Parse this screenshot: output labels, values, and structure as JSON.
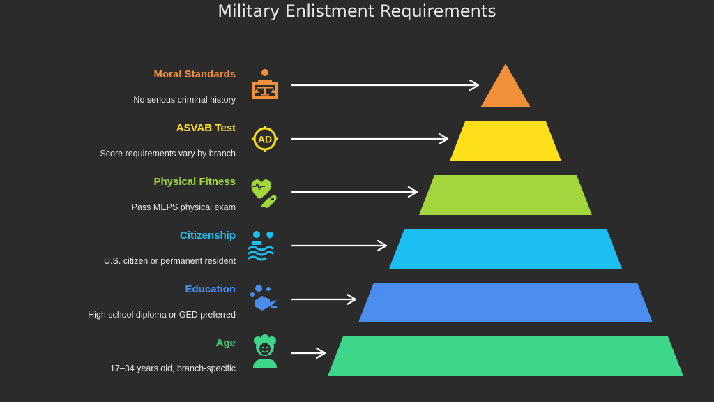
{
  "title": "Military Enlistment Requirements",
  "layers": [
    {
      "label": "Moral Standards",
      "description": "No serious criminal history",
      "color": "#f3913a",
      "icon": "scales-justice-icon"
    },
    {
      "label": "ASVAB Test",
      "description": "Score requirements vary by branch",
      "color": "#fde01a",
      "icon": "ad-badge-icon"
    },
    {
      "label": "Physical Fitness",
      "description": "Pass MEPS physical exam",
      "color": "#a3d63c",
      "icon": "heart-muscle-icon"
    },
    {
      "label": "Citizenship",
      "description": "U.S. citizen or permanent resident",
      "color": "#1cbff2",
      "icon": "person-heart-flag-icon"
    },
    {
      "label": "Education",
      "description": "High school diploma or GED preferred",
      "color": "#4b8ef0",
      "icon": "graduation-cap-icon"
    },
    {
      "label": "Age",
      "description": "17–34 years old, branch-specific",
      "color": "#3ed68a",
      "icon": "person-avatar-icon"
    }
  ]
}
